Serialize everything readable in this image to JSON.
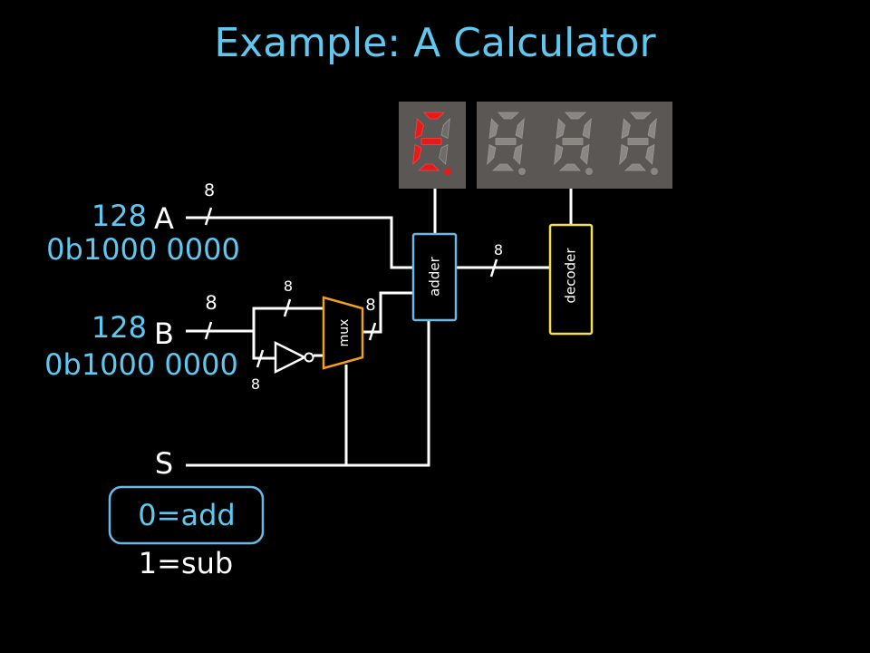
{
  "title": "Example: A Calculator",
  "inputs": {
    "a": {
      "name": "A",
      "decimal": "128",
      "binary": "0b1000 0000"
    },
    "b": {
      "name": "B",
      "decimal": "128",
      "binary": "0b1000 0000"
    },
    "s": {
      "name": "S"
    }
  },
  "blocks": {
    "mux": "mux",
    "adder": "adder",
    "decoder": "decoder"
  },
  "bus_width": "8",
  "mode": {
    "add": "0=add",
    "sub": "1=sub"
  },
  "display": {
    "digits": [
      "E",
      "8",
      "8",
      "8"
    ],
    "lit_digit": "E"
  },
  "colors": {
    "title": "#5ec8f0",
    "cyan_text": "#5ec8f0",
    "adder_border": "#6ab8e8",
    "decoder_border": "#f2e14c",
    "mux_border": "#f0a020",
    "segment_on": "#e31b1b",
    "segment_off": "#8a8682",
    "display_bg": "#5a5755"
  }
}
